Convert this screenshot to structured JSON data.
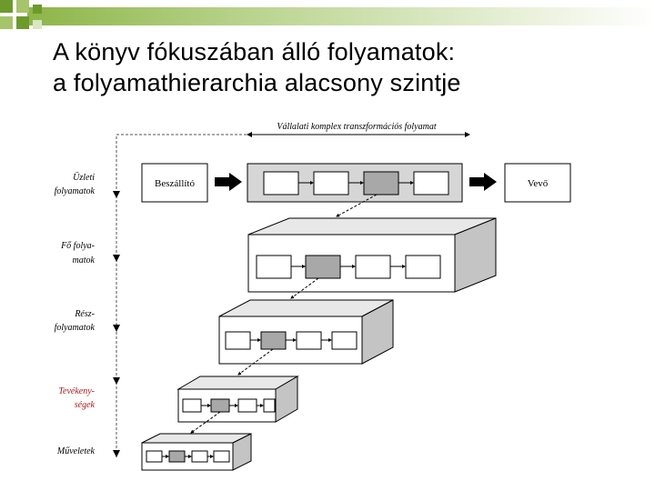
{
  "slide": {
    "title_line1": "A könyv fókuszában álló folyamatok:",
    "title_line2": "a folyamathierarchia alacsony szintje"
  },
  "diagram": {
    "top_label": "Vállalati komplex transzformációs folyamat",
    "supplier": "Beszállító",
    "customer": "Vevő",
    "levels": [
      {
        "line1": "Üzleti",
        "line2": "folyamatok",
        "color": "#000000"
      },
      {
        "line1": "Fő folya-",
        "line2": "matok",
        "color": "#000000"
      },
      {
        "line1": "Rész-",
        "line2": "folyamatok",
        "color": "#000000"
      },
      {
        "line1": "Tevékeny-",
        "line2": "ségek",
        "color": "#b01818"
      },
      {
        "line1": "Műveletek",
        "line2": "",
        "color": "#000000"
      }
    ]
  },
  "colors": {
    "deco_green_dark": "#6e9a2b",
    "deco_green_mid": "#a6c56a",
    "deco_green_light": "#d9e7c2",
    "highlight_box": "#a8a8a8",
    "box_shade": "#d6d6d6"
  }
}
